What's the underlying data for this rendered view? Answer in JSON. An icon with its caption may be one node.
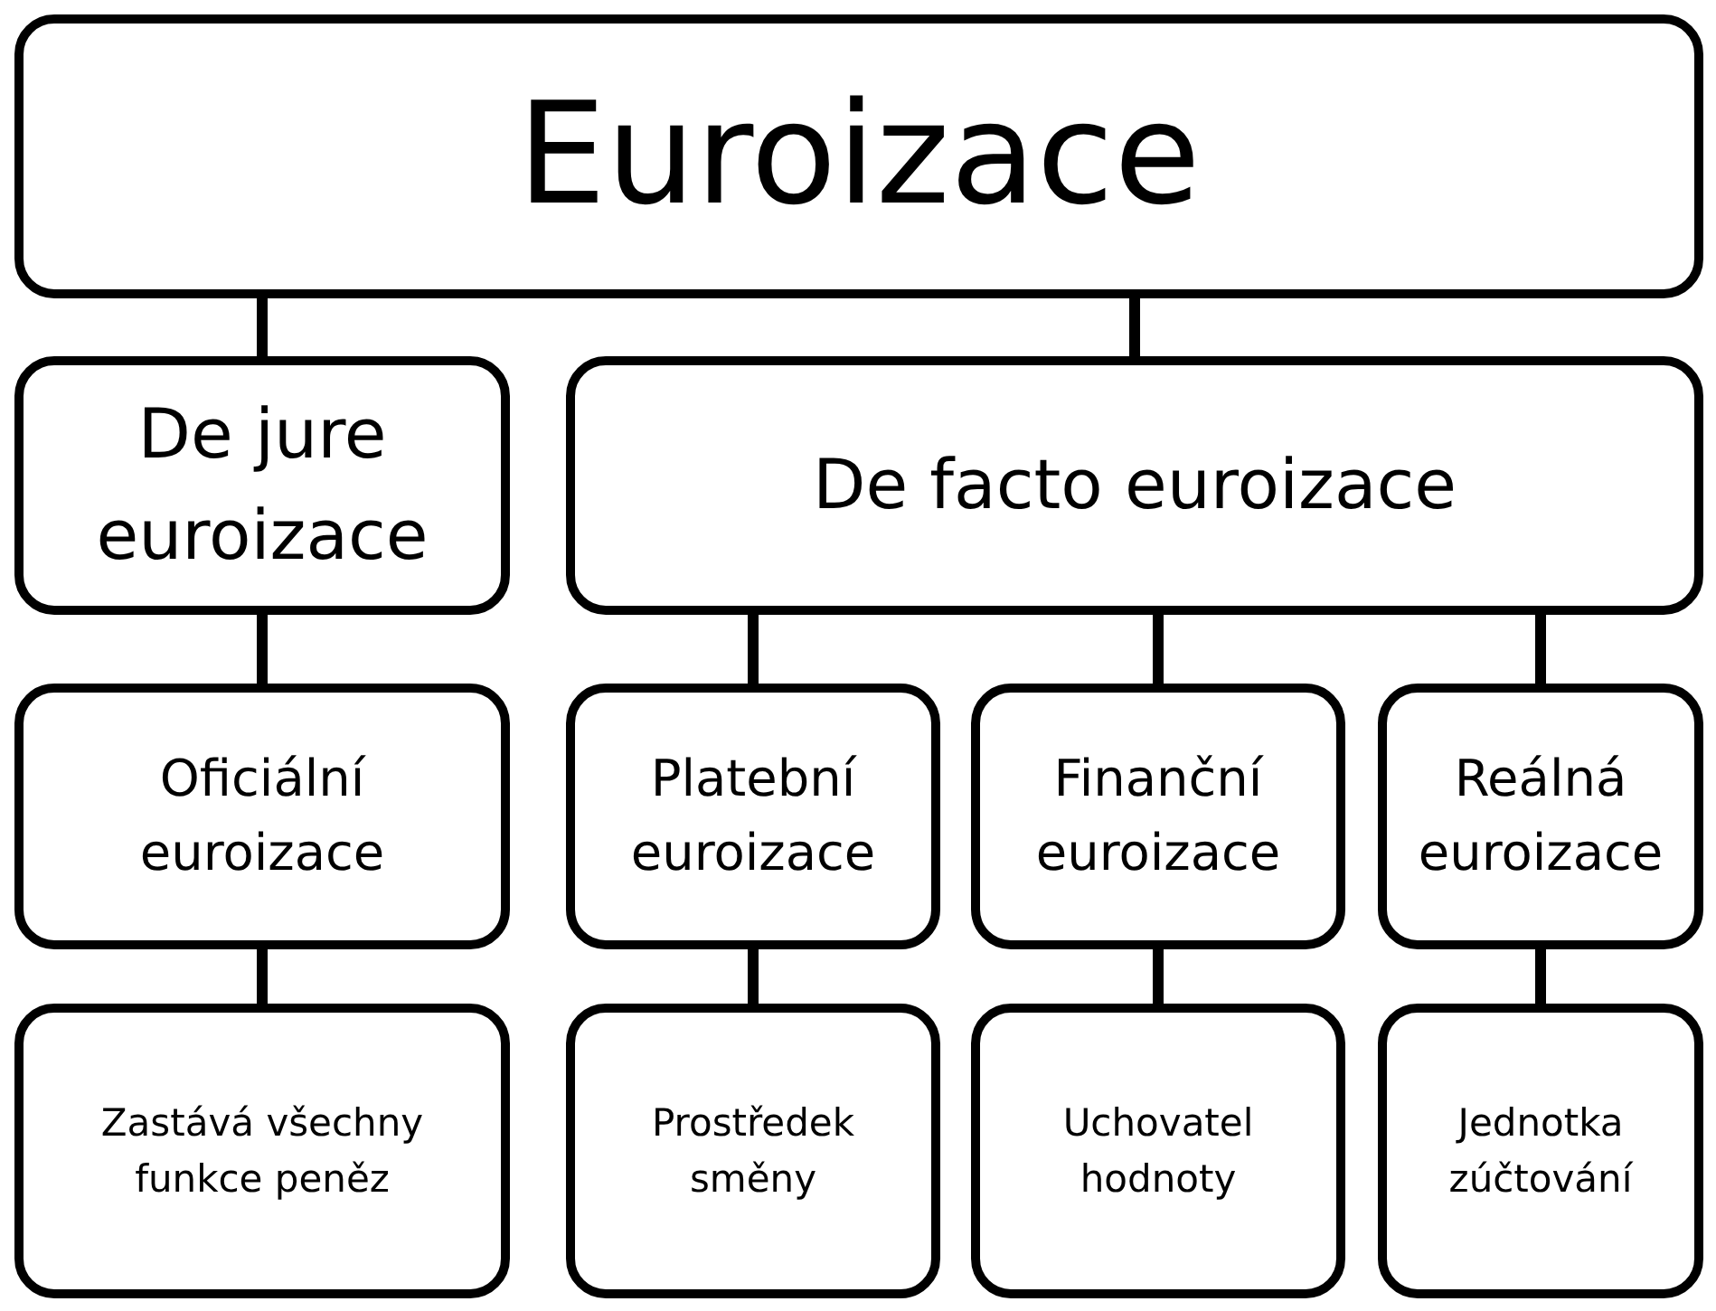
{
  "diagram": {
    "nodes": [
      {
        "text": [
          "Euroizace"
        ]
      },
      {
        "text": [
          "De jure euroizace"
        ]
      },
      {
        "text": [
          "De facto euroizace"
        ]
      },
      {
        "text": [
          "Oficiální euroizace"
        ]
      },
      {
        "text": [
          "Platební euroizace"
        ]
      },
      {
        "text": [
          "Finanční euroizace"
        ]
      },
      {
        "text": [
          "Reálná euroizace"
        ]
      },
      {
        "text": [
          "Zastává všechny funkce peněz"
        ]
      },
      {
        "text": [
          "Prostředek směny"
        ]
      },
      {
        "text": [
          "Uchovatel hodnoty"
        ]
      },
      {
        "text": [
          "Jednotka zúčtování"
        ]
      }
    ],
    "edges": [
      {
        "from": 0,
        "to": 1,
        "arrow": "none"
      },
      {
        "from": 0,
        "to": 2,
        "arrow": "none"
      },
      {
        "from": 1,
        "to": 3,
        "arrow": "none"
      },
      {
        "from": 2,
        "to": 4,
        "arrow": "none"
      },
      {
        "from": 2,
        "to": 5,
        "arrow": "none"
      },
      {
        "from": 2,
        "to": 6,
        "arrow": "none"
      },
      {
        "from": 3,
        "to": 7,
        "arrow": "none"
      },
      {
        "from": 4,
        "to": 8,
        "arrow": "none"
      },
      {
        "from": 5,
        "to": 9,
        "arrow": "none"
      },
      {
        "from": 6,
        "to": 10,
        "arrow": "none"
      }
    ]
  }
}
